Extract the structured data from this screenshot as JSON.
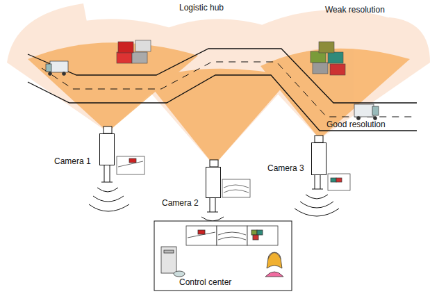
{
  "diagram": {
    "nodes": [
      {
        "text": [
          "Camera 1"
        ]
      },
      {
        "text": [
          "Camera 2"
        ]
      },
      {
        "text": [
          "Camera 3"
        ]
      },
      {
        "text": [
          "Control center"
        ]
      }
    ],
    "labels": [
      "Logistic hub",
      "Weak resolution",
      "Good resolution"
    ]
  }
}
